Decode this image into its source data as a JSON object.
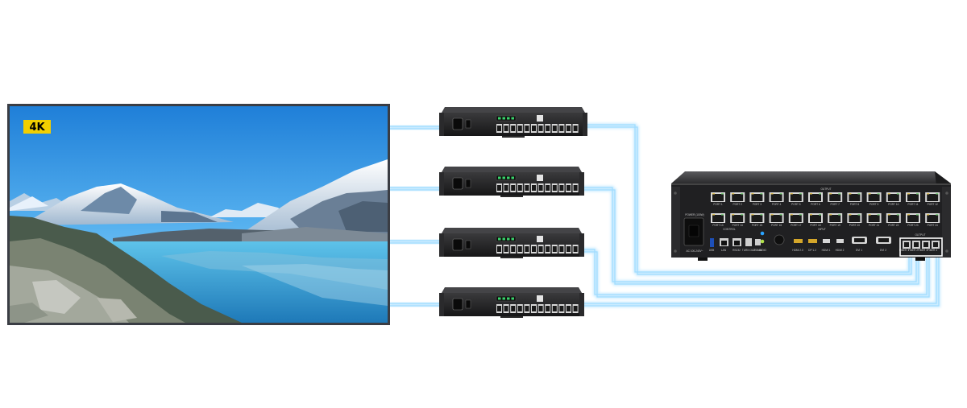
{
  "display": {
    "badge": "4K",
    "badge_color": "#f2cf00",
    "frame_color": "#3a3d44"
  },
  "receivers": {
    "count": 4
  },
  "controller": {
    "output_top_label": "OUTPUT",
    "input_label": "INPUT",
    "control_label": "CONTROL",
    "output_bottom_label": "OUTPUT",
    "power_label": "POWER (100W)",
    "ac_label": "AC 100-240V~",
    "ports_per_row": 12,
    "port_rows": 2,
    "port_labels": [
      "PORT 1",
      "PORT 2",
      "PORT 3",
      "PORT 4",
      "PORT 5",
      "PORT 6",
      "PORT 7",
      "PORT 8",
      "PORT 9",
      "PORT 10",
      "PORT 11",
      "PORT 12",
      "PORT 13",
      "PORT 14",
      "PORT 15",
      "PORT 16",
      "PORT 17",
      "PORT 18",
      "PORT 19",
      "PORT 20",
      "PORT 21",
      "PORT 22",
      "PORT 23",
      "PORT 24"
    ],
    "bottom_labels": [
      "USB",
      "LAN",
      "RS232",
      "TURN OUT",
      "USB IN",
      "AUDIO",
      "HDMI 2.0",
      "DP 1.2",
      "HDMI 1",
      "HDMI 2",
      "DVI 1",
      "DVI 2",
      "FIBER 1",
      "FIBER 2",
      "FIBER 3",
      "FIBER 4"
    ]
  },
  "cable_color": "#9fdcff"
}
